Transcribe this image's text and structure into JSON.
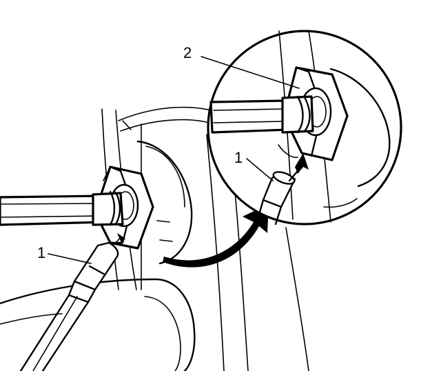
{
  "callouts": [
    {
      "id": "c1-main",
      "text": "1"
    },
    {
      "id": "c1-inset",
      "text": "1"
    },
    {
      "id": "c2-inset",
      "text": "2"
    }
  ],
  "colors": {
    "ink": "#000000",
    "paper": "#ffffff"
  },
  "icons": {
    "arrow": "curved-arrow-icon"
  }
}
